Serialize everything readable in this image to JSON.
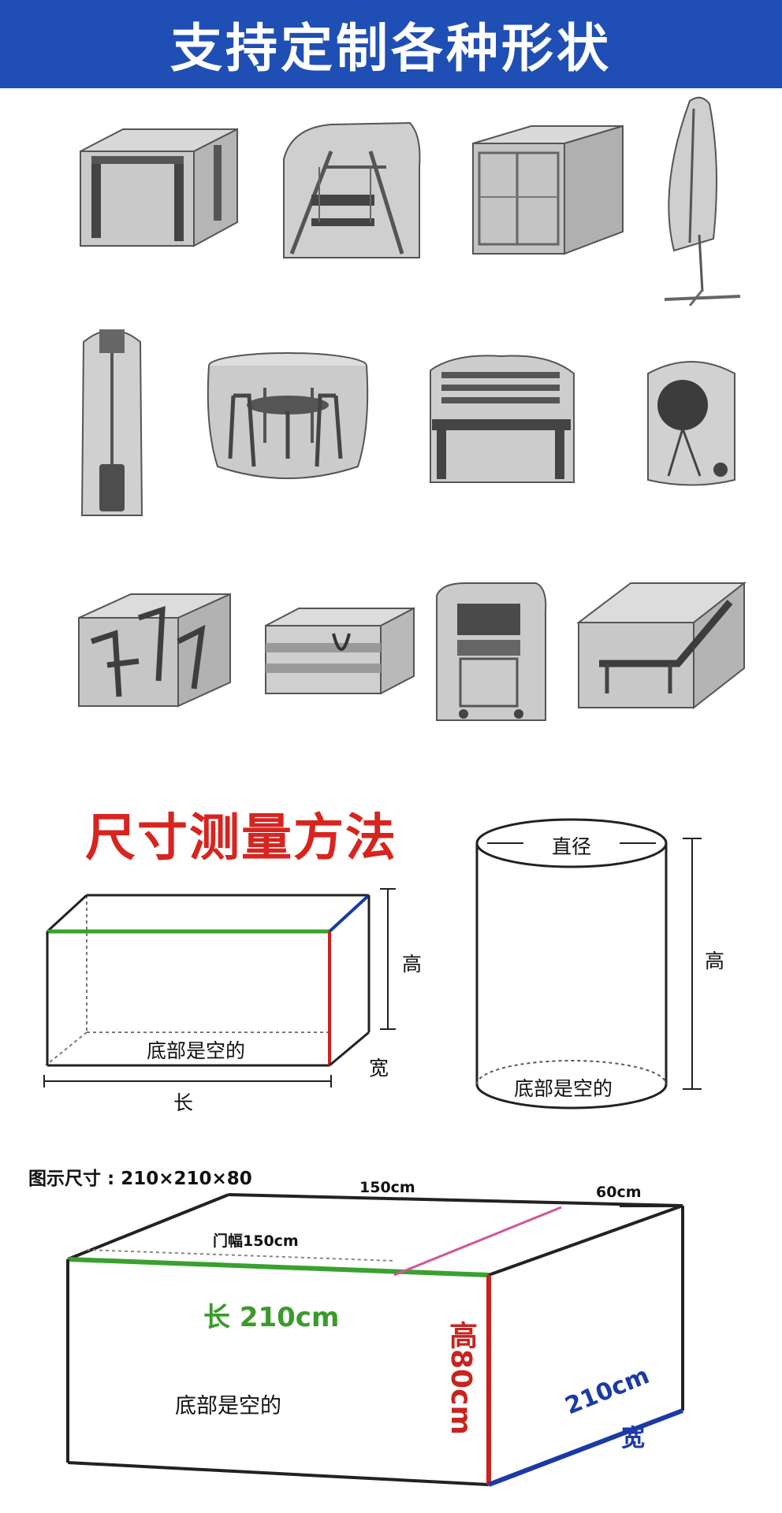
{
  "banner": {
    "title": "支持定制各种形状"
  },
  "products": [
    {
      "icon": "patio-table-cover-icon"
    },
    {
      "icon": "swing-chair-cover-icon"
    },
    {
      "icon": "cube-furniture-cover-icon"
    },
    {
      "icon": "cantilever-umbrella-cover-icon"
    },
    {
      "icon": "patio-heater-cover-icon"
    },
    {
      "icon": "round-dining-set-cover-icon"
    },
    {
      "icon": "garden-bench-cover-icon"
    },
    {
      "icon": "kettle-grill-cover-icon"
    },
    {
      "icon": "dining-chairs-cover-icon"
    },
    {
      "icon": "cushion-storage-bag-icon"
    },
    {
      "icon": "gas-grill-cover-icon"
    },
    {
      "icon": "sun-lounger-cover-icon"
    }
  ],
  "measure": {
    "title": "尺寸测量方法",
    "box": {
      "height": "高",
      "width": "宽",
      "length": "长",
      "bottom": "底部是空的"
    },
    "cylinder": {
      "diameter": "直径",
      "height": "高",
      "bottom": "底部是空的"
    }
  },
  "example": {
    "caption": "图示尺寸 : 210×210×80",
    "top_left": "150cm",
    "top_right": "60cm",
    "door": "门幅150cm",
    "length": "长 210cm",
    "height": "高80cm",
    "width_value": "210cm",
    "width_label": "宽",
    "bottom": "底部是空的"
  },
  "colors": {
    "banner": "#1f4fb4",
    "title_red": "#d8241f",
    "green": "#3a9a2a",
    "red": "#c8231e",
    "blue": "#1b3aa6",
    "pink": "#d0559a"
  }
}
